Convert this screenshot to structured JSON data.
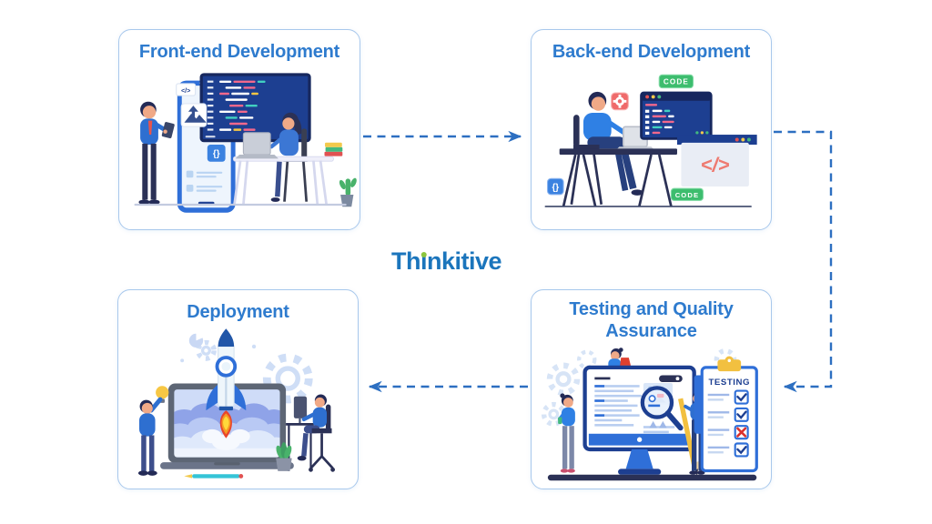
{
  "logo": {
    "text": "Thinkitive",
    "prefix": "Th",
    "i": "ı",
    "suffix": "nkitive",
    "blue": "#1B75BC",
    "dot_green": "#8CC63E"
  },
  "cards": {
    "frontend": {
      "title": "Front-end Development",
      "tag_badge": "</>",
      "braces_badge": "{}"
    },
    "backend": {
      "title": "Back-end Development",
      "code_badge_top": "CODE",
      "code_badge_bottom": "CODE",
      "braces_badge": "{}",
      "tag_symbol": "</>"
    },
    "deployment": {
      "title": "Deployment"
    },
    "testing": {
      "title": "Testing and Quality Assurance",
      "clipboard_label": "TESTING",
      "checklist": [
        "check",
        "check",
        "cross",
        "check"
      ]
    }
  },
  "flow": [
    {
      "from": "frontend",
      "to": "backend"
    },
    {
      "from": "backend",
      "to": "testing"
    },
    {
      "from": "testing",
      "to": "deployment"
    }
  ],
  "colors": {
    "title_text": "#2E7BCE",
    "card_border": "#A8C8EC",
    "arrow": "#2D6FC1",
    "code_screen": "#1D3F91",
    "badge_green": "#3DBD6E",
    "tag_salmon": "#EE7A70"
  }
}
